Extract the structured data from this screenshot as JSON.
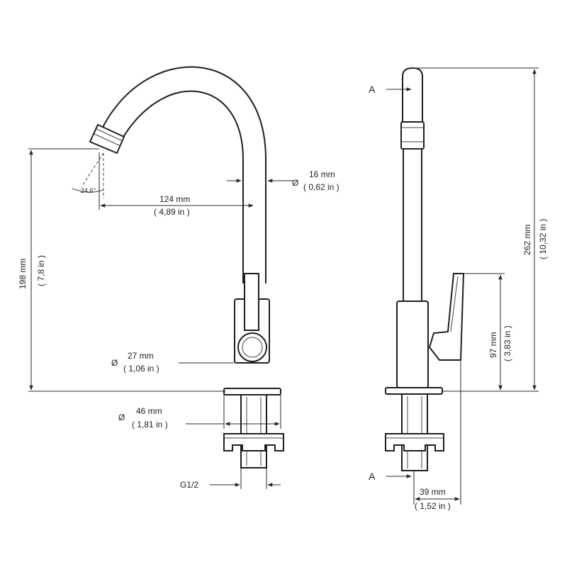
{
  "dimensions": {
    "spout_reach": {
      "mm": "124 mm",
      "in": "( 4,89 in )"
    },
    "spout_diameter": {
      "symbol": "Ø",
      "mm": "16 mm",
      "in": "( 0,62 in )"
    },
    "outlet_height": {
      "mm": "198 mm",
      "in": "( 7,8 in )"
    },
    "body_diameter": {
      "symbol": "Ø",
      "mm": "27 mm",
      "in": "( 1,06 in )"
    },
    "base_diameter": {
      "symbol": "Ø",
      "mm": "46 mm",
      "in": "( 1,81 in )"
    },
    "connection_thread": {
      "label": "G1/2"
    },
    "total_height": {
      "mm": "262 mm",
      "in": "( 10,32 in )"
    },
    "lever_height": {
      "mm": "97 mm",
      "in": "( 3,83 in )"
    },
    "lever_offset": {
      "mm": "39 mm",
      "in": "( 1,52 in )"
    },
    "spray_angle": {
      "label": "24,6°"
    }
  },
  "section_marks": {
    "top": "A",
    "bottom": "A"
  },
  "colors": {
    "line": "#1f1f1f",
    "background": "#ffffff"
  }
}
